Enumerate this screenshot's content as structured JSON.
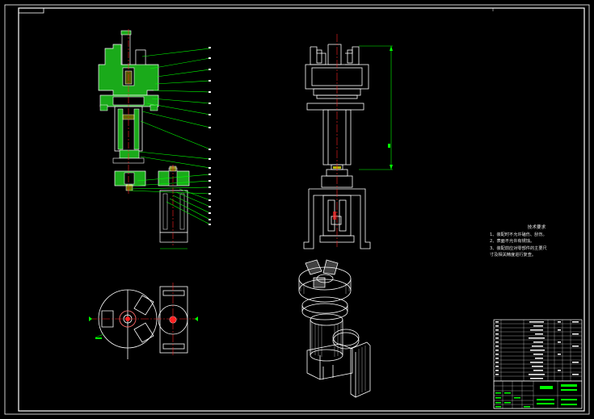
{
  "technical_requirements": {
    "title": "技术要求",
    "items": [
      "1、装配时不允许磕伤、刮伤。",
      "2、表面不允许有锈蚀。",
      "3、装配前应对零部件的主要尺",
      "寸及相关精度进行复查。"
    ]
  },
  "colors": {
    "background": "#000000",
    "outline": "#ffffff",
    "section_fill": "#1aaa1a",
    "leader": "#00ff00",
    "center_line": "#ff2020",
    "accent": "#ffff00",
    "frame": "#ffffff"
  },
  "icons": [
    "section-view",
    "front-view",
    "top-view",
    "isometric-view",
    "parts-list",
    "title-block"
  ]
}
